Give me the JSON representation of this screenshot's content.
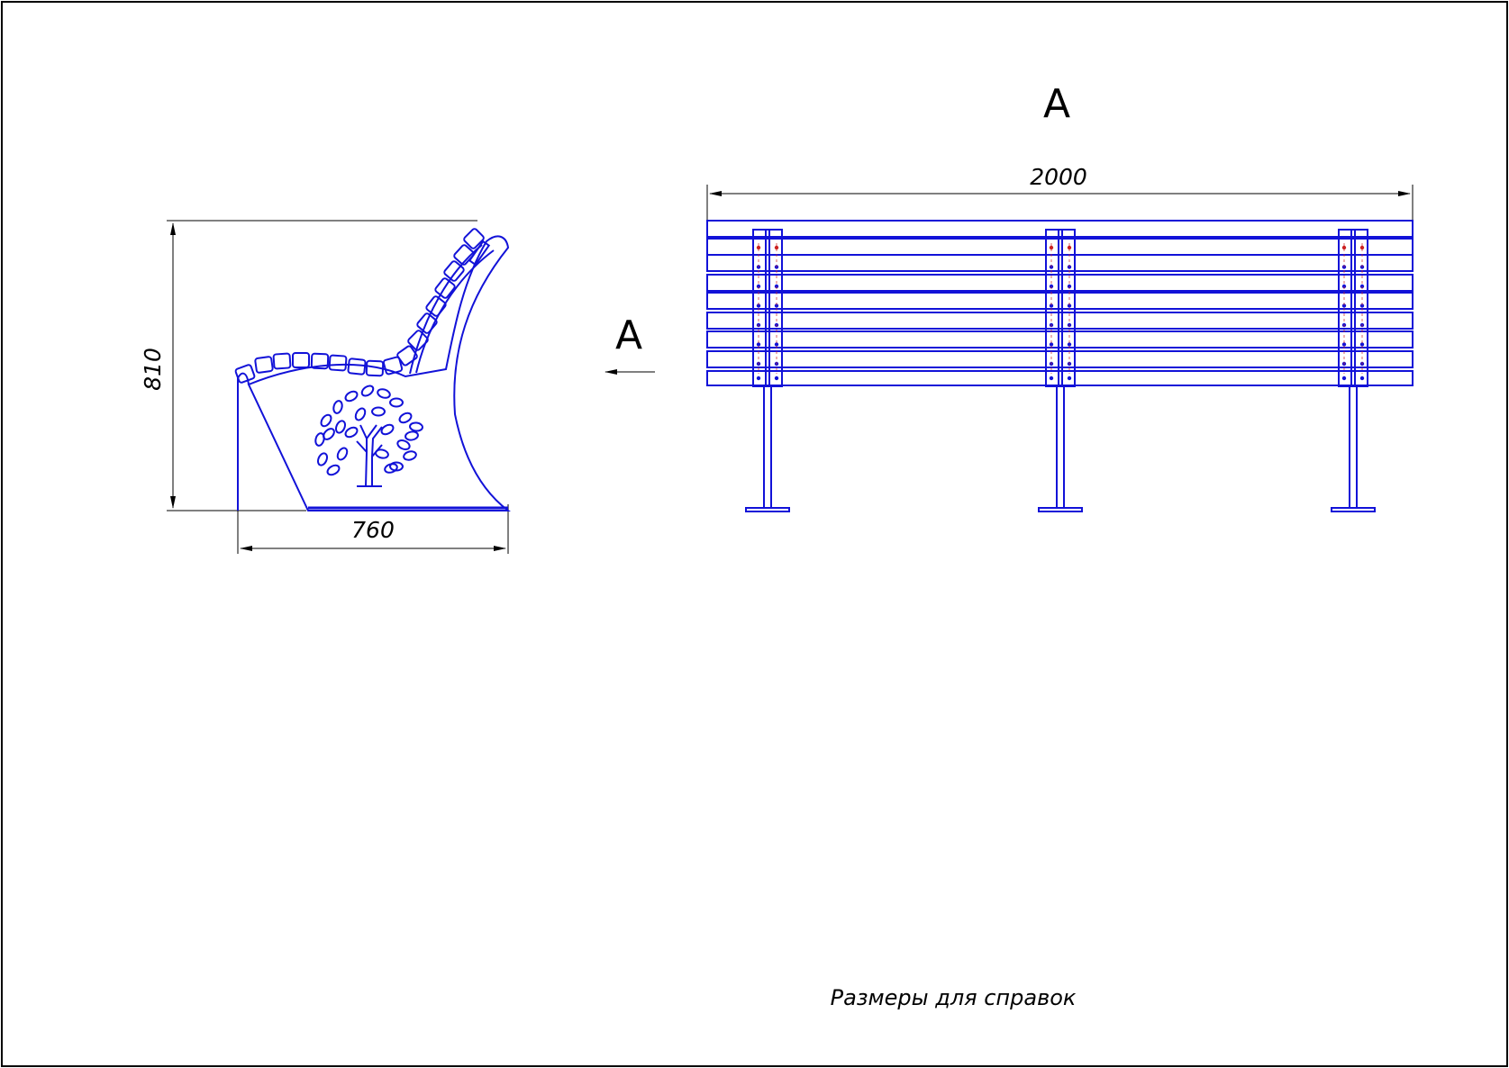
{
  "view_label_top": "А",
  "view_label_arrow": "А",
  "dimensions": {
    "height": "810",
    "depth": "760",
    "length": "2000"
  },
  "note": "Размеры для справок",
  "colors": {
    "drawing": "#1212d8",
    "dimension_lines": "#000000",
    "bolt_marks": "#cc2222"
  },
  "icons": [
    "tree-icon"
  ]
}
